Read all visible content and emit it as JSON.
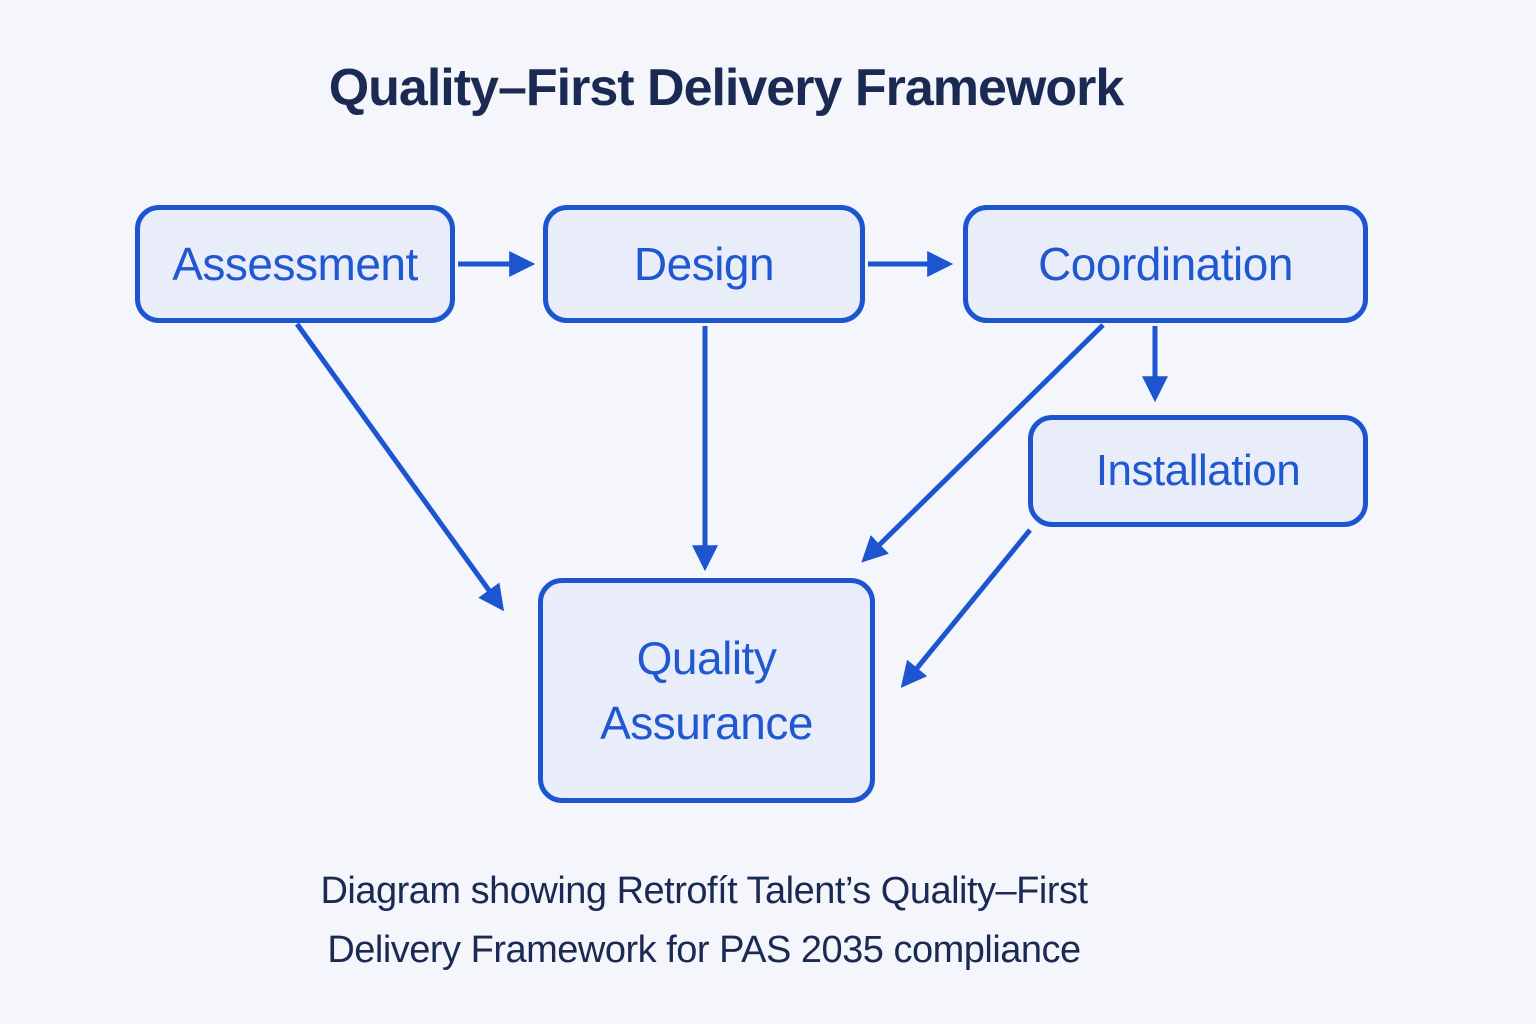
{
  "title": "Quality–First Delivery Framework",
  "nodes": {
    "assessment": {
      "label": "Assessment"
    },
    "design": {
      "label": "Design"
    },
    "coordination": {
      "label": "Coordination"
    },
    "installation": {
      "label": "Installation"
    },
    "quality_assurance": {
      "label": "Quality Assurance"
    }
  },
  "edges": [
    {
      "from": "Assessment",
      "to": "Design"
    },
    {
      "from": "Design",
      "to": "Coordination"
    },
    {
      "from": "Coordination",
      "to": "Installation"
    },
    {
      "from": "Assessment",
      "to": "Quality Assurance"
    },
    {
      "from": "Design",
      "to": "Quality Assurance"
    },
    {
      "from": "Coordination",
      "to": "Quality Assurance"
    },
    {
      "from": "Installation",
      "to": "Quality Assurance"
    }
  ],
  "caption": {
    "line1": "Diagram showing Retrofít Talent’s Quality–First",
    "line2": "Delivery Framework for PAS 2035 compliance"
  },
  "colors": {
    "background": "#f4f6fb",
    "accent_blue": "#1c55cf",
    "node_fill": "#e8edf9",
    "node_text": "#1f58d1",
    "heading_text": "#1b2a52"
  }
}
